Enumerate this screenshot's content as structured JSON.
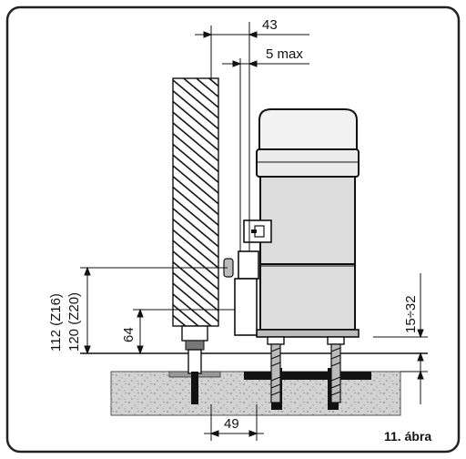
{
  "labels": {
    "dim_43": "43",
    "dim_5max": "5 max",
    "dim_112": "112 (Z16)",
    "dim_120": "120 (Z20)",
    "dim_64": "64",
    "dim_15_32": "15÷32",
    "dim_49": "49",
    "figure_caption": "11. ábra"
  },
  "colors": {
    "ink": "#111111",
    "frame": "#222222",
    "housing": "#f2f2f2",
    "housing_panel": "#dcdcdc",
    "concrete": "#cfcfcf",
    "wall_hatch": "#111111"
  }
}
